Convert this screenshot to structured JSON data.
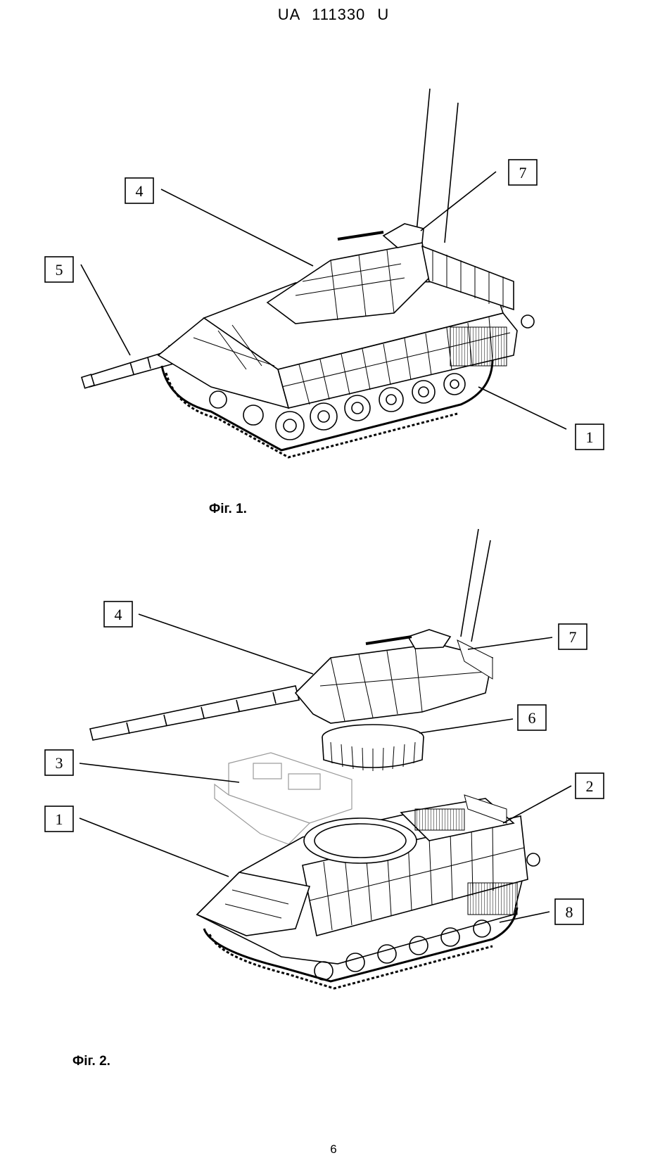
{
  "header": {
    "text": "UA   111330   U"
  },
  "figure1": {
    "caption": "Фіг. 1.",
    "callouts": [
      "4",
      "7",
      "5",
      "1"
    ]
  },
  "figure2": {
    "caption": "Фіг. 2.",
    "callouts": [
      "4",
      "7",
      "6",
      "3",
      "2",
      "1",
      "8"
    ]
  },
  "footer": {
    "page_number": "6"
  }
}
